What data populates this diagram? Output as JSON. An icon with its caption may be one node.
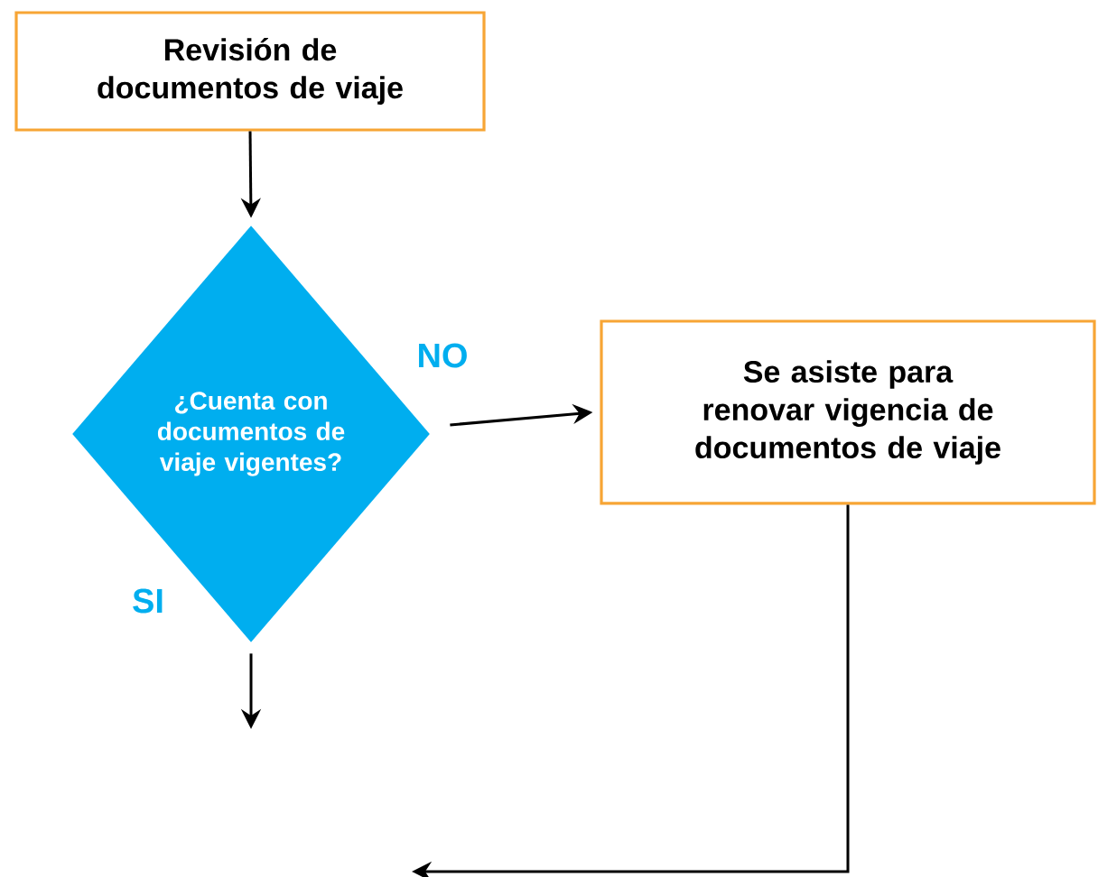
{
  "diagram": {
    "nodes": [
      {
        "text": [
          "Revisión de documentos de viaje"
        ]
      },
      {
        "text": [
          "¿Cuenta con documentos de viaje vigentes?"
        ]
      },
      {
        "text": [
          "Se asiste para renovar vigencia de documentos de viaje"
        ]
      }
    ],
    "edges": [
      {
        "from": 0,
        "to": 1,
        "arrow": "to"
      },
      {
        "from": 1,
        "to": 2,
        "arrow": "to",
        "label": "NO"
      },
      {
        "from": 1,
        "to": null,
        "arrow": "to",
        "label": "SI"
      },
      {
        "from": 2,
        "to": null,
        "arrow": "to"
      }
    ]
  }
}
